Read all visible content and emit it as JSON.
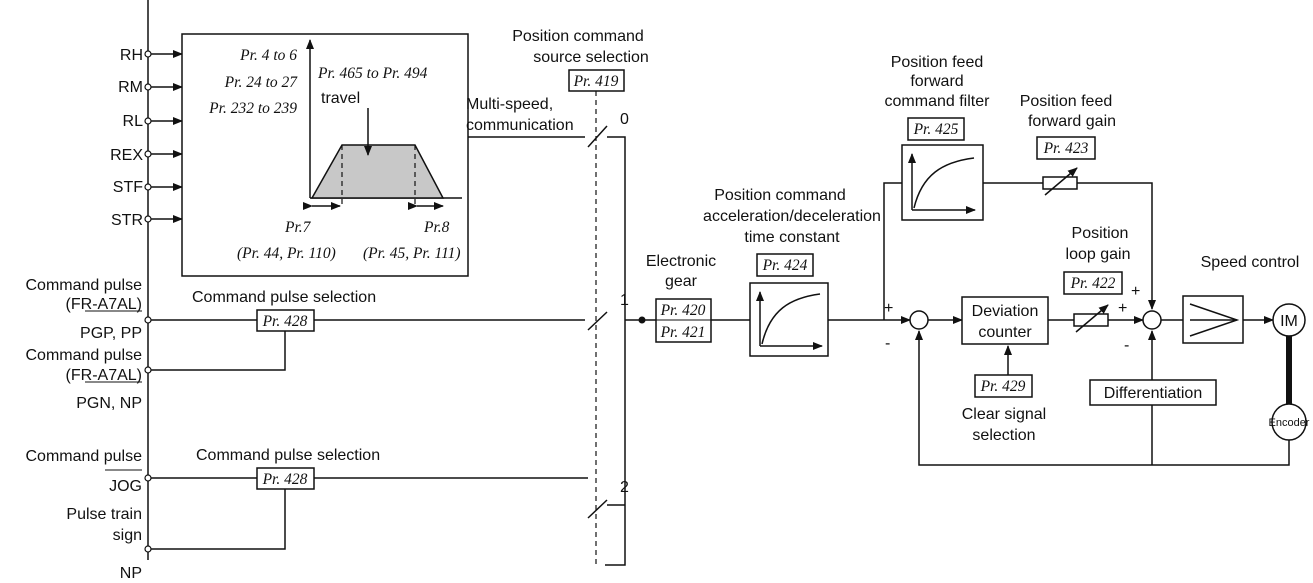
{
  "terminals": {
    "rh": "RH",
    "rm": "RM",
    "rl": "RL",
    "rex": "REX",
    "stf": "STF",
    "str": "STR",
    "cmd_pulse_1a": "Command pulse",
    "cmd_pulse_1b": "(FR-A7AL)",
    "pgp_pp": "PGP, PP",
    "cmd_pulse_2a": "Command pulse",
    "cmd_pulse_2b": "(FR-A7AL)",
    "pgn_np": "PGN, NP",
    "cmd_pulse_3": "Command pulse",
    "jog": "JOG",
    "pulse_train_a": "Pulse train",
    "pulse_train_b": "sign",
    "np": "NP"
  },
  "speed_box": {
    "pr_4_6": "Pr. 4 to 6",
    "pr_24_27": "Pr. 24 to 27",
    "pr_232_239": "Pr. 232 to 239",
    "pr_465_494": "Pr. 465 to Pr. 494",
    "travel": "travel",
    "pr7": "Pr.7",
    "pr8": "Pr.8",
    "pr_44_110": "(Pr. 44, Pr. 110)",
    "pr_45_111": "(Pr. 45, Pr. 111)"
  },
  "source_selection": {
    "title_line1": "Position command",
    "title_line2": "source selection",
    "param": "Pr. 419",
    "multi_line1": "Multi-speed,",
    "multi_line2": "communication",
    "pos0": "0",
    "pos1": "1",
    "pos2": "2"
  },
  "pulse_selection": {
    "label1": "Command pulse selection",
    "param1": "Pr. 428",
    "label2": "Command pulse selection",
    "param2": "Pr. 428"
  },
  "electronic_gear": {
    "line1": "Electronic",
    "line2": "gear",
    "param_a": "Pr. 420",
    "param_b": "Pr. 421"
  },
  "accel_decel": {
    "line1": "Position command",
    "line2": "acceleration/deceleration",
    "line3": "time constant",
    "param": "Pr. 424"
  },
  "ff_filter": {
    "line1": "Position feed",
    "line2": "forward",
    "line3": "command filter",
    "param": "Pr. 425"
  },
  "ff_gain": {
    "line1": "Position feed",
    "line2": "forward gain",
    "param": "Pr. 423"
  },
  "deviation": {
    "line1": "Deviation",
    "line2": "counter",
    "clear_param": "Pr. 429",
    "clear_line1": "Clear signal",
    "clear_line2": "selection"
  },
  "loop_gain": {
    "line1": "Position",
    "line2": "loop gain",
    "param": "Pr. 422"
  },
  "speed_control": "Speed control",
  "differentiation": "Differentiation",
  "motor": "IM",
  "encoder": "Encoder",
  "signs": {
    "plus1": "+",
    "minus1": "-",
    "plus2": "+",
    "plus3": "+",
    "minus2": "-"
  }
}
